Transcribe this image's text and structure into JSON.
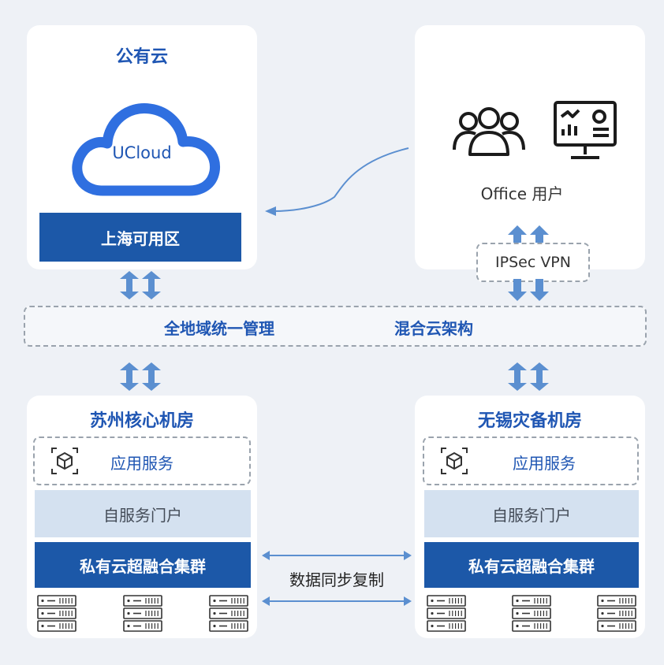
{
  "public_cloud": {
    "title": "公有云",
    "cloud_label": "UCloud",
    "zone": "上海可用区"
  },
  "office": {
    "label": "Office 用户",
    "vpn": "IPSec VPN"
  },
  "middle": {
    "left_text": "全地域统一管理",
    "right_text": "混合云架构"
  },
  "suzhou": {
    "title": "苏州核心机房",
    "app": "应用服务",
    "portal": "自服务门户",
    "cluster": "私有云超融合集群"
  },
  "wuxi": {
    "title": "无锡灾备机房",
    "app": "应用服务",
    "portal": "自服务门户",
    "cluster": "私有云超融合集群"
  },
  "sync_label": "数据同步复制",
  "colors": {
    "brand_blue": "#1f56b3",
    "bar_dark": "#1c58a8",
    "bar_light": "#d4e1f0",
    "arrow": "#5b8fd0",
    "background": "#eef1f6"
  },
  "icons": [
    "cloud-icon",
    "users-icon",
    "monitor-dashboard-icon",
    "cube-icon",
    "server-rack-icon",
    "double-arrow-icon"
  ]
}
